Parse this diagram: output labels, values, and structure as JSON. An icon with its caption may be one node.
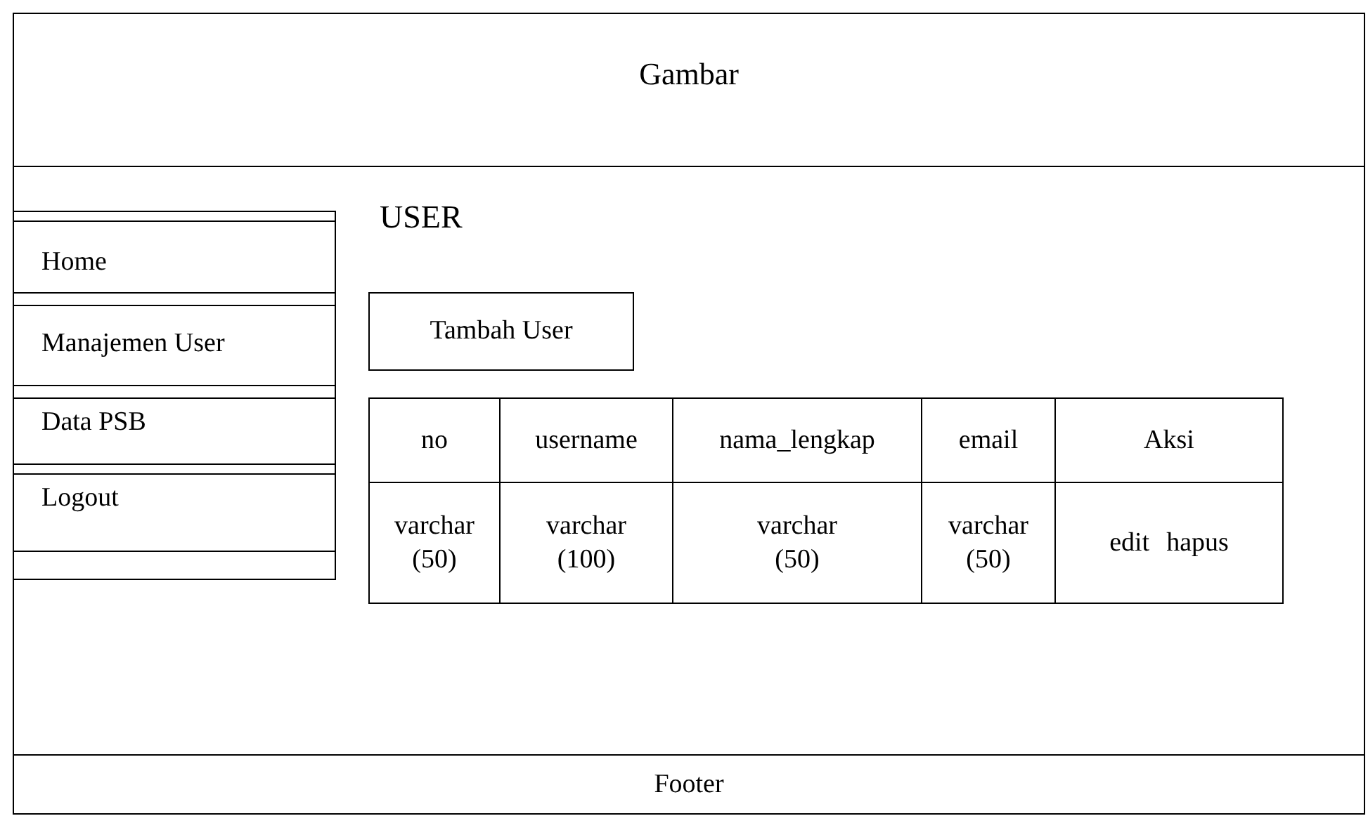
{
  "diagram": {
    "nodes": [
      {
        "text": [
          "Gambar"
        ]
      },
      {
        "text": [],
        "shape": "box"
      },
      {
        "text": [
          "Home"
        ],
        "in": 1
      },
      {
        "text": [
          "Manajemen User"
        ],
        "in": 1
      },
      {
        "text": [
          "Data PSB"
        ],
        "in": 1
      },
      {
        "text": [
          "Logout"
        ],
        "in": 1
      },
      {
        "text": [
          "Tambah User"
        ]
      },
      {
        "text": [
          "Footer"
        ]
      }
    ],
    "edges": [],
    "labels": [
      "USER",
      "no",
      "username",
      "nama_lengkap",
      "email",
      "Aksi",
      "varchar (50)",
      "varchar (100)",
      "varchar (50)",
      "varchar (50)",
      "edit",
      "hapus"
    ]
  }
}
